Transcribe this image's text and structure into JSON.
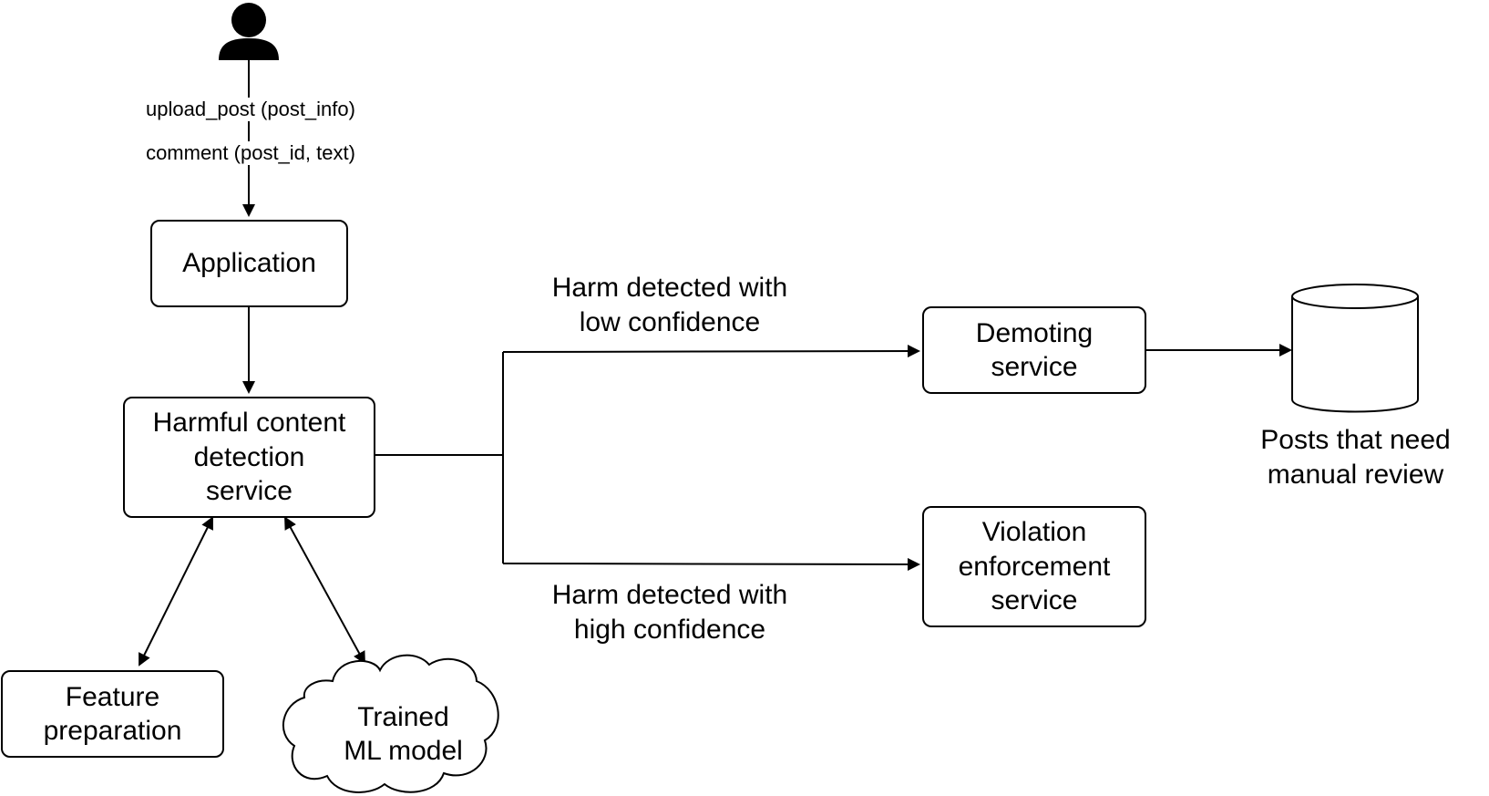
{
  "user_actions": {
    "upload": "upload_post (post_info)",
    "comment": "comment (post_id, text)"
  },
  "nodes": {
    "application": "Application",
    "detection_service": "Harmful content\ndetection\nservice",
    "feature_preparation": "Feature\npreparation",
    "trained_model": "Trained\nML model",
    "demoting_service": "Demoting\nservice",
    "violation_service": "Violation\nenforcement\nservice",
    "review_store": "Posts that need\nmanual review"
  },
  "edges": {
    "low_confidence": "Harm detected with\nlow confidence",
    "high_confidence": "Harm detected with\nhigh confidence"
  },
  "icons": {
    "user": "user-icon",
    "database": "database-icon",
    "cloud": "cloud-icon"
  }
}
